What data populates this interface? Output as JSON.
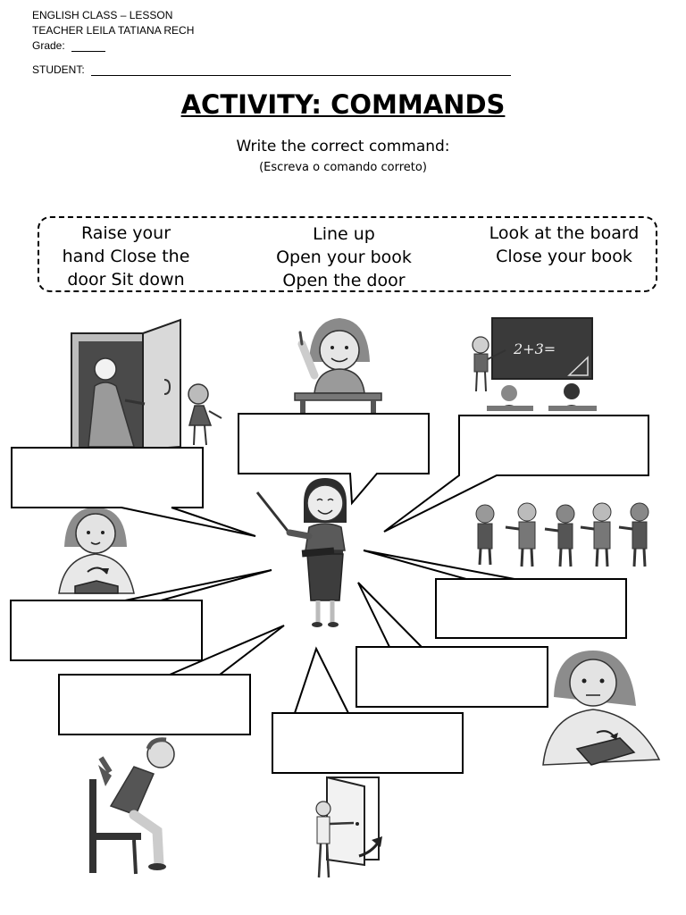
{
  "header": {
    "class_line": "ENGLISH CLASS – LESSON",
    "teacher_line": "TEACHER LEILA TATIANA RECH",
    "grade_label": "Grade:",
    "student_label": "STUDENT:"
  },
  "title": "ACTIVITY: COMMANDS",
  "instructions": {
    "english": "Write the correct command:",
    "portuguese": "(Escreva o comando correto)"
  },
  "word_bank": {
    "column_1": [
      "Raise your",
      "hand Close the",
      "door Sit down"
    ],
    "column_2": [
      "Line up",
      "Open your book",
      "Open the door"
    ],
    "column_3": [
      "Look at the board",
      "Close your book"
    ]
  },
  "board_text": "2+3=",
  "answer_boxes": [
    {
      "id": "close-the-door",
      "value": ""
    },
    {
      "id": "raise-your-hand",
      "value": ""
    },
    {
      "id": "look-at-the-board",
      "value": ""
    },
    {
      "id": "open-your-book",
      "value": ""
    },
    {
      "id": "line-up",
      "value": ""
    },
    {
      "id": "sit-down",
      "value": ""
    },
    {
      "id": "close-your-book",
      "value": ""
    },
    {
      "id": "open-the-door",
      "value": ""
    }
  ]
}
